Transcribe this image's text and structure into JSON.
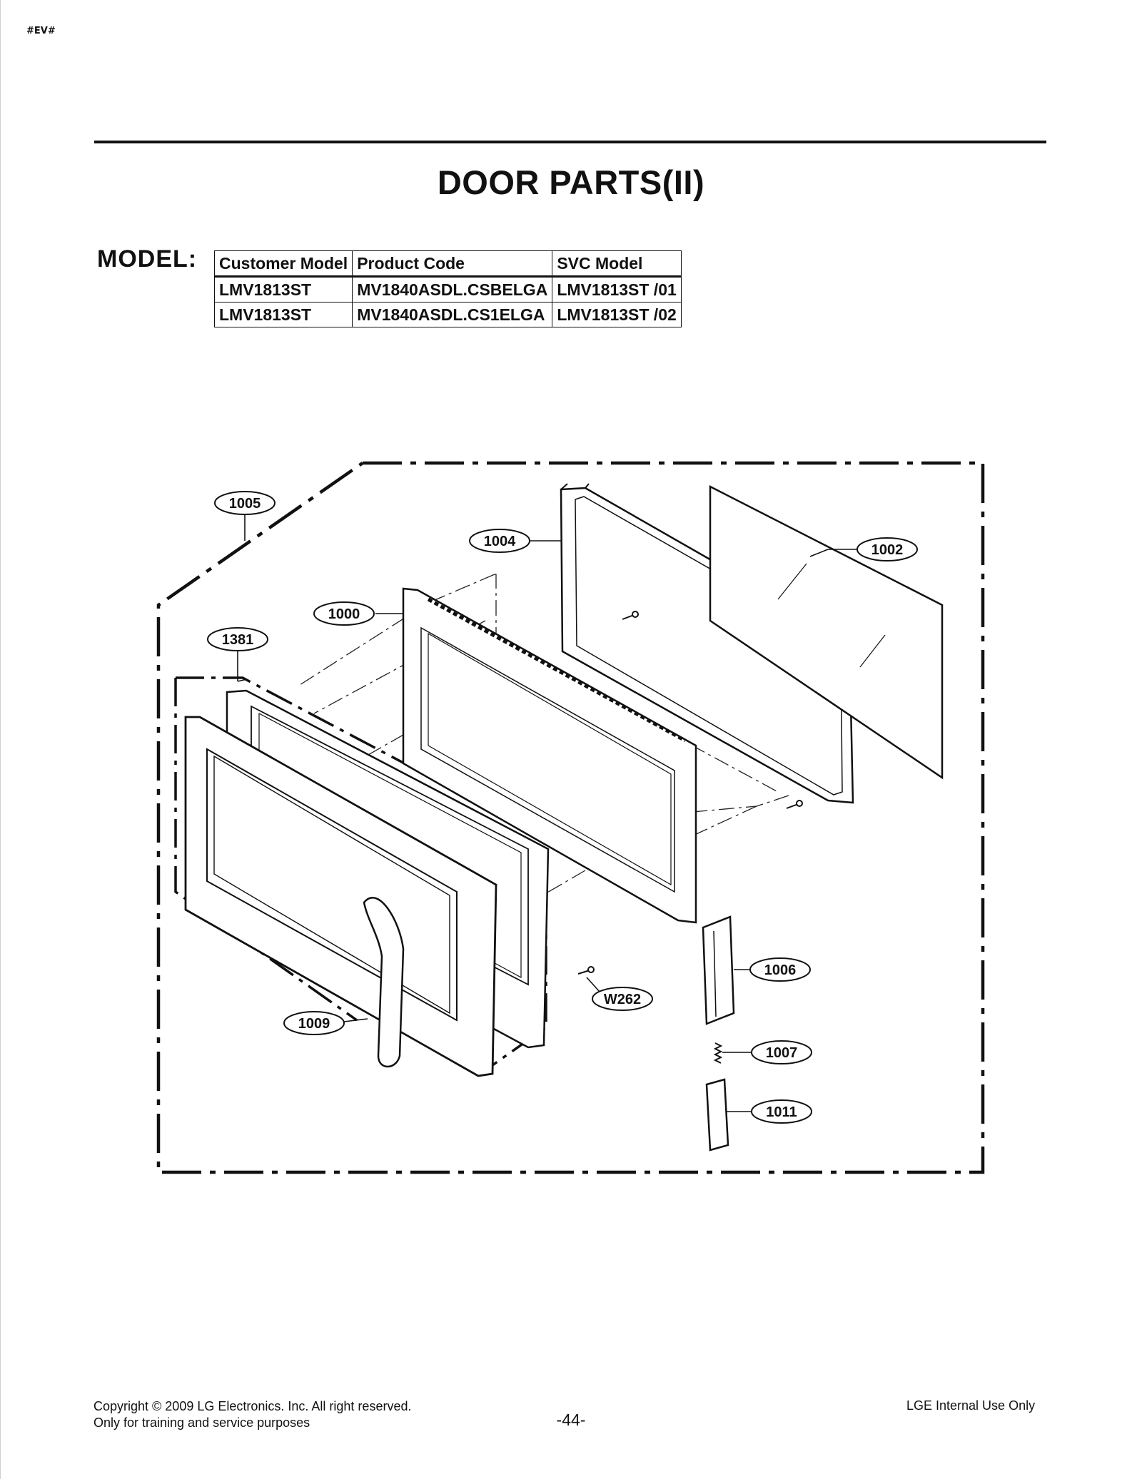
{
  "marker": "#EV#",
  "title": "DOOR PARTS(II)",
  "model": {
    "label": "MODEL:",
    "headers": [
      "Customer Model",
      "Product Code",
      "SVC Model"
    ],
    "rows": [
      [
        "LMV1813ST",
        "MV1840ASDL.CSBELGA",
        "LMV1813ST /01"
      ],
      [
        "LMV1813ST",
        "MV1840ASDL.CS1ELGA",
        "LMV1813ST /02"
      ]
    ]
  },
  "callouts": {
    "c1005": "1005",
    "c1004": "1004",
    "c1002": "1002",
    "c1000": "1000",
    "c1381": "1381",
    "c1006": "1006",
    "cW262": "W262",
    "c1009": "1009",
    "c1007": "1007",
    "c1011": "1011"
  },
  "footer": {
    "copyright": "Copyright © 2009 LG Electronics. Inc. All right reserved.",
    "training": "Only for training and service purposes",
    "page": "-44-",
    "internal": "LGE Internal Use Only"
  }
}
